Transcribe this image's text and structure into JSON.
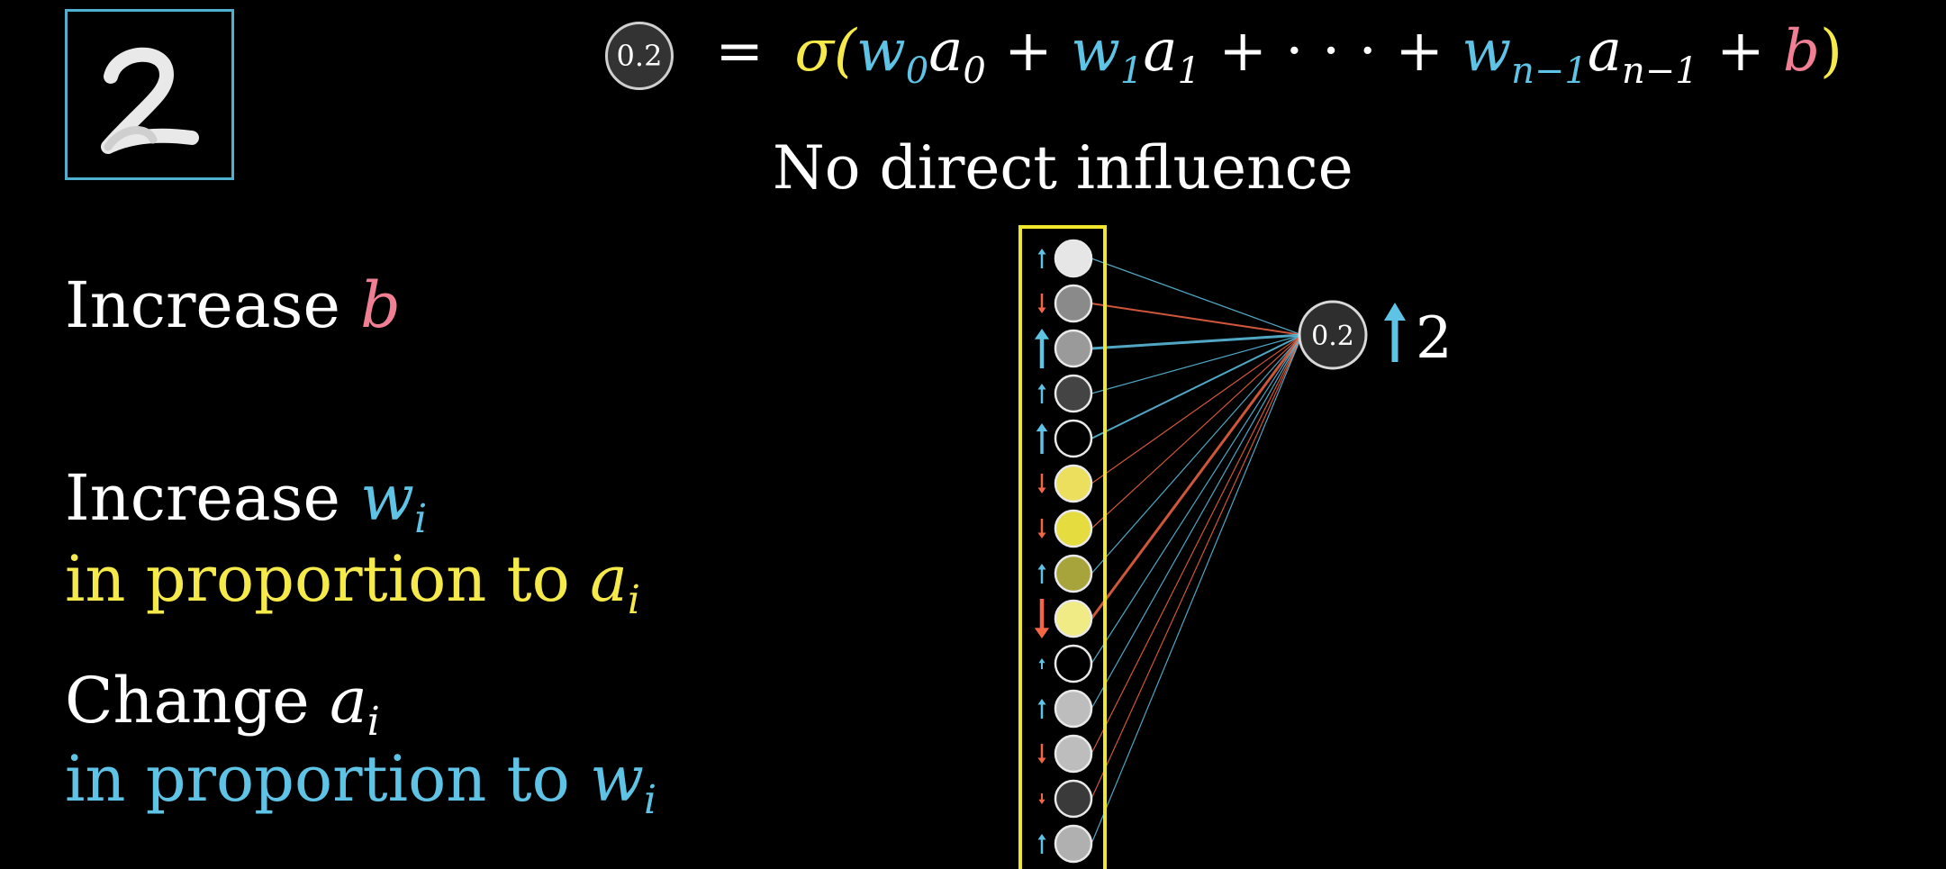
{
  "equation": {
    "output_value": "0.2",
    "equals": "=",
    "sigma": "σ(",
    "w0": "w",
    "w0_sub": "0",
    "a0": "a",
    "a0_sub": "0",
    "plus1": " + ",
    "w1": "w",
    "w1_sub": "1",
    "a1": "a",
    "a1_sub": "1",
    "plus2": " + · · · + ",
    "wn": "w",
    "wn_sub": "n−1",
    "an": "a",
    "an_sub": "n−1",
    "plus3": " + ",
    "b": "b",
    "close": ")"
  },
  "heading": "No direct influence",
  "actions": {
    "increase_b_word": "Increase ",
    "increase_b_var": "b",
    "increase_w_word": "Increase ",
    "increase_w_var": "w",
    "increase_w_sub": "i",
    "proportion_a_word": "in proportion to ",
    "proportion_a_var": "a",
    "proportion_a_sub": "i",
    "change_a_word": "Change ",
    "change_a_var": "a",
    "change_a_sub": "i",
    "proportion_w_word": "in proportion to ",
    "proportion_w_var": "w",
    "proportion_w_sub": "i"
  },
  "output_neuron": {
    "value": "0.2",
    "label": "2"
  },
  "colors": {
    "blue": "#5ec3e5",
    "yellow": "#f6ea4a",
    "pink": "#f17f93",
    "red": "#f26646",
    "box": "#f0e72d"
  },
  "neurons": [
    {
      "fill": "#e6e6e6",
      "arrow": "up",
      "arrow_size": "small"
    },
    {
      "fill": "#8a8a8a",
      "arrow": "down",
      "arrow_size": "small"
    },
    {
      "fill": "#9a9a9a",
      "arrow": "up",
      "arrow_size": "large"
    },
    {
      "fill": "#444444",
      "arrow": "up",
      "arrow_size": "small"
    },
    {
      "fill": "#000000",
      "arrow": "up",
      "arrow_size": "medium"
    },
    {
      "fill": "#ecdf5e",
      "arrow": "down",
      "arrow_size": "small"
    },
    {
      "fill": "#e5dc3f",
      "arrow": "down",
      "arrow_size": "small"
    },
    {
      "fill": "#a8a43c",
      "arrow": "up",
      "arrow_size": "small"
    },
    {
      "fill": "#f1eb86",
      "arrow": "down",
      "arrow_size": "large"
    },
    {
      "fill": "#000000",
      "arrow": "up",
      "arrow_size": "tiny"
    },
    {
      "fill": "#bdbdbd",
      "arrow": "up",
      "arrow_size": "small"
    },
    {
      "fill": "#bdbdbd",
      "arrow": "down",
      "arrow_size": "small"
    },
    {
      "fill": "#3a3a3a",
      "arrow": "down",
      "arrow_size": "tiny"
    },
    {
      "fill": "#b0b0b0",
      "arrow": "up",
      "arrow_size": "small"
    }
  ],
  "connections": [
    {
      "color": "blue",
      "weight": "thin"
    },
    {
      "color": "red",
      "weight": "medium"
    },
    {
      "color": "blue",
      "weight": "thick"
    },
    {
      "color": "blue",
      "weight": "thin"
    },
    {
      "color": "blue",
      "weight": "medium"
    },
    {
      "color": "red",
      "weight": "thin"
    },
    {
      "color": "red",
      "weight": "thin"
    },
    {
      "color": "blue",
      "weight": "thin"
    },
    {
      "color": "red",
      "weight": "thick"
    },
    {
      "color": "blue",
      "weight": "thin"
    },
    {
      "color": "blue",
      "weight": "thin"
    },
    {
      "color": "red",
      "weight": "thin"
    },
    {
      "color": "red",
      "weight": "thin"
    },
    {
      "color": "blue",
      "weight": "thin"
    }
  ]
}
